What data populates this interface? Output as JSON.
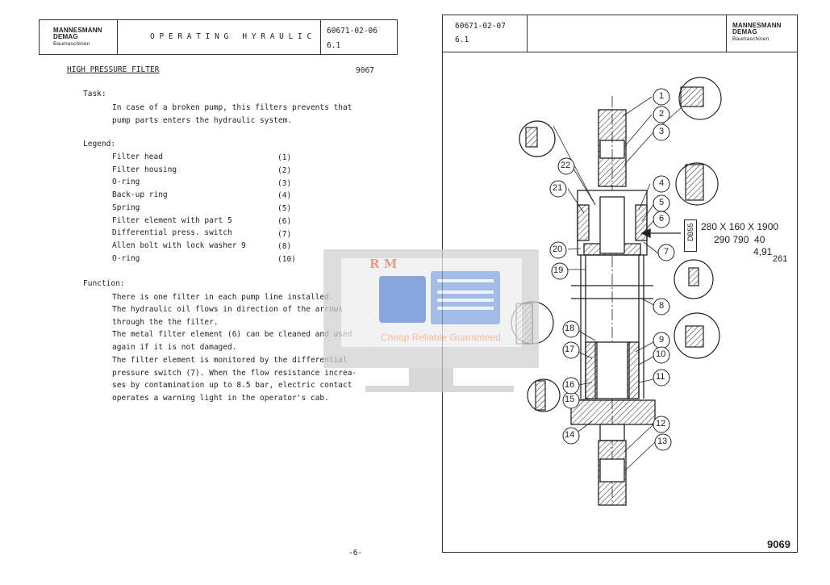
{
  "left_page": {
    "header": {
      "brand_line1": "MANNESMANN",
      "brand_line2": "DEMAG",
      "brand_line3": "Baumaschinen",
      "title": "O P E R A T I N G   H Y R A U L I C",
      "doc_code": "60671-02-06",
      "doc_rev": "6.1"
    },
    "section_title": "HIGH PRESSURE FILTER",
    "section_number": "9067",
    "task_label": "Task:",
    "task_lines": [
      "In case of a broken pump, this filters prevents that",
      "pump parts enters the hydraulic system."
    ],
    "legend_label": "Legend:",
    "legend_items": [
      {
        "name": "Filter head",
        "num": "(1)"
      },
      {
        "name": "Filter housing",
        "num": "(2)"
      },
      {
        "name": "O-ring",
        "num": "(3)"
      },
      {
        "name": "Back-up ring",
        "num": "(4)"
      },
      {
        "name": "Spring",
        "num": "(5)"
      },
      {
        "name": "Filter element with part 5",
        "num": "(6)"
      },
      {
        "name": "Differential press. switch",
        "num": "(7)"
      },
      {
        "name": "Allen bolt with lock washer 9",
        "num": "(8)"
      },
      {
        "name": "O-ring",
        "num": "(10)"
      }
    ],
    "function_label": "Function:",
    "function_lines": [
      "There is one filter in each pump line installed.",
      "The hydraulic oil flows in direction of the arrows",
      "through the the filter.",
      "The metal filter element (6) can be cleaned and used",
      "again if it is not damaged.",
      "The filter element is monitored by the differential",
      "pressure switch (7). When the flow resistance increa-",
      "ses by contamination up to 8.5 bar, electric contact",
      "operates a warning light in the operator's cab."
    ],
    "page_number": "-6-"
  },
  "right_page": {
    "header": {
      "doc_code": "60671-02-07",
      "doc_rev": "6.1",
      "brand_line1": "MANNESMANN",
      "brand_line2": "DEMAG",
      "brand_line3": "Baumaschinen"
    },
    "spec_label": "DB55",
    "spec_line1": "280 X 160 X 1900",
    "spec_line2": "290 790  40",
    "spec_line3": "4,91",
    "spec_line4": "261",
    "figure_number": "9069",
    "callouts": [
      "1",
      "2",
      "3",
      "4",
      "5",
      "6",
      "7",
      "8",
      "9",
      "10",
      "11",
      "12",
      "13",
      "14",
      "15",
      "16",
      "17",
      "18",
      "19",
      "20",
      "21",
      "22"
    ]
  },
  "watermark": {
    "logo_letters": "R M",
    "tagline": "Cheap Reliable Guaranteed"
  }
}
